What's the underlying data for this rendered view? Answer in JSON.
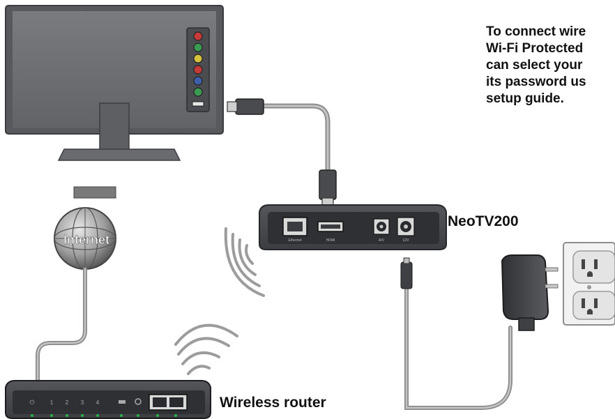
{
  "instructions": {
    "lines": [
      "To connect wire",
      "Wi-Fi Protected",
      "can select your",
      "its password us",
      "setup guide."
    ]
  },
  "devices": {
    "neotv_label": "NeoTV200",
    "router_label": "Wireless router",
    "globe_label": "Internet"
  },
  "neotv_ports": [
    "Ethernet",
    "HDMI",
    "A/V",
    "12V"
  ],
  "router_indicators": [
    "⏻",
    "1",
    "2",
    "3",
    "4"
  ],
  "colors": {
    "device_dark": "#3a3b3f",
    "device_light": "#6d6e72",
    "cable": "#9a9a9a",
    "led_green": "#27b24a",
    "tv_panel": "#6f7073",
    "port_red": "#c63a3a",
    "port_green": "#3a9a52",
    "port_blue": "#3d5ea8"
  }
}
